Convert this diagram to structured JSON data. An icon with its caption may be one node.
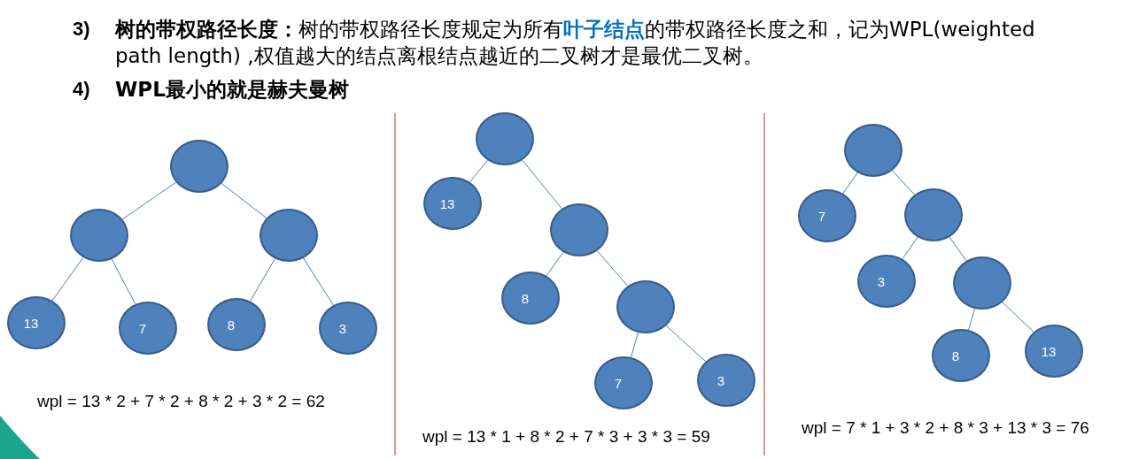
{
  "diagram": {
    "nodes": [
      {
        "text": [],
        "shape": "circle"
      },
      {
        "text": [],
        "shape": "circle"
      },
      {
        "text": [],
        "shape": "circle"
      },
      {
        "text": [
          "13"
        ]
      },
      {
        "text": [
          "7"
        ]
      },
      {
        "text": [
          "8"
        ]
      },
      {
        "text": [
          "3"
        ]
      },
      {
        "text": [],
        "shape": "circle"
      },
      {
        "text": [
          "13"
        ]
      },
      {
        "text": [],
        "shape": "circle"
      },
      {
        "text": [
          "8"
        ]
      },
      {
        "text": [],
        "shape": "circle"
      },
      {
        "text": [
          "7"
        ]
      },
      {
        "text": [
          "3"
        ]
      },
      {
        "text": [],
        "shape": "circle"
      },
      {
        "text": [
          "7"
        ]
      },
      {
        "text": [],
        "shape": "circle"
      },
      {
        "text": [
          "3"
        ]
      },
      {
        "text": [],
        "shape": "circle"
      },
      {
        "text": [
          "8"
        ]
      },
      {
        "text": [
          "13"
        ]
      }
    ],
    "edges": [
      {
        "from": 0,
        "to": 1,
        "arrow": "none"
      },
      {
        "from": 0,
        "to": 2,
        "arrow": "none"
      },
      {
        "from": 1,
        "to": 3,
        "arrow": "none"
      },
      {
        "from": 1,
        "to": 4,
        "arrow": "none"
      },
      {
        "from": 2,
        "to": 5,
        "arrow": "none"
      },
      {
        "from": 2,
        "to": 6,
        "arrow": "none"
      },
      {
        "from": 7,
        "to": 8,
        "arrow": "none"
      },
      {
        "from": 7,
        "to": 9,
        "arrow": "none"
      },
      {
        "from": 9,
        "to": 10,
        "arrow": "none"
      },
      {
        "from": 9,
        "to": 11,
        "arrow": "none"
      },
      {
        "from": 11,
        "to": 12,
        "arrow": "none"
      },
      {
        "from": 11,
        "to": 13,
        "arrow": "none"
      },
      {
        "from": 14,
        "to": 15,
        "arrow": "none"
      },
      {
        "from": 14,
        "to": 16,
        "arrow": "none"
      },
      {
        "from": 16,
        "to": 17,
        "arrow": "none"
      },
      {
        "from": 16,
        "to": 18,
        "arrow": "none"
      },
      {
        "from": 18,
        "to": 19,
        "arrow": "none"
      },
      {
        "from": 18,
        "to": 20,
        "arrow": "none"
      }
    ],
    "labels": [
      "3)",
      "**树的带权路径长度：**树的带权路径长度规定为所有**叶子结点**的带权路径长度之和，记为WPL(weighted path length) ,权值越大的结点离根结点越近的二叉树才是最优二叉树。",
      "4)",
      "WPL最小的就是赫夫曼树",
      "wpl = 13 * 2 + 7 * 2 + 8 * 2 + 3 * 2 = 62",
      "wpl = 13 * 1 + 8 * 2 + 7 * 3 + 3 * 3 = 59",
      "wpl = 7 * 1 + 3 * 2 + 8 * 3 + 13 * 3 = 76"
    ]
  }
}
